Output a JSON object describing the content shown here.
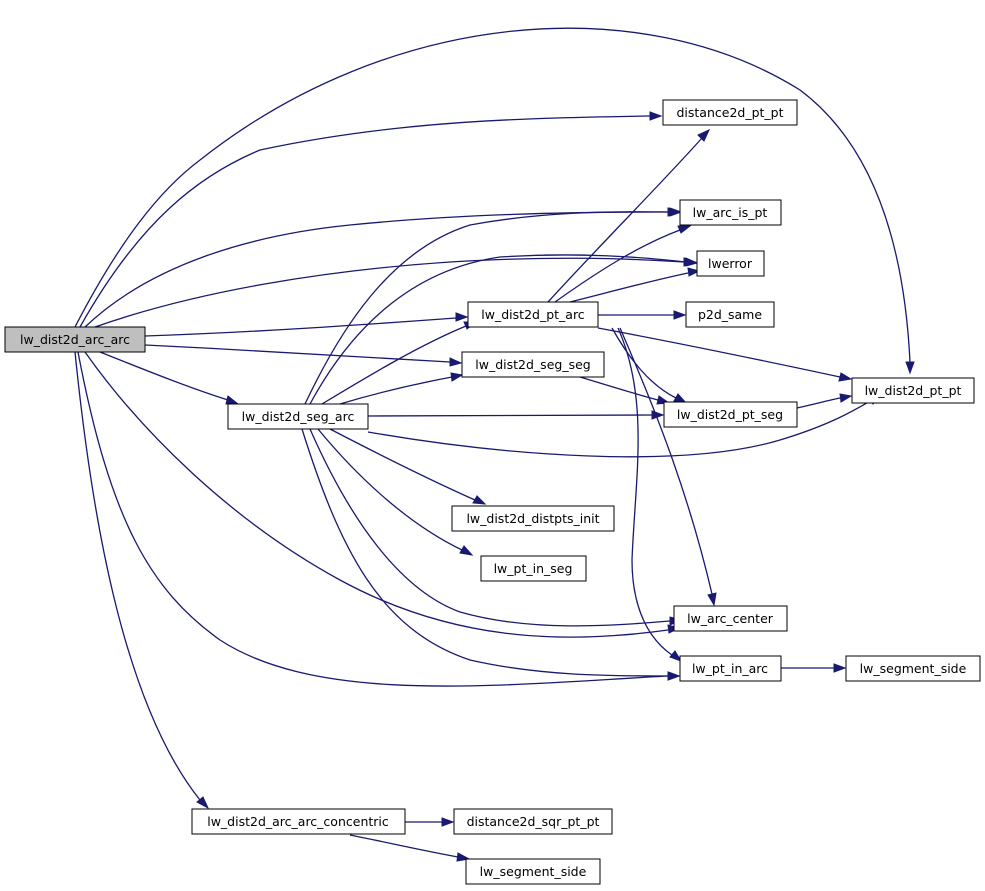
{
  "nodes": {
    "root": "lw_dist2d_arc_arc",
    "seg_arc": "lw_dist2d_seg_arc",
    "arc_arc_concentric": "lw_dist2d_arc_arc_concentric",
    "distance2d_pt_pt": "distance2d_pt_pt",
    "arc_is_pt": "lw_arc_is_pt",
    "lwerror": "lwerror",
    "pt_arc": "lw_dist2d_pt_arc",
    "p2d_same": "p2d_same",
    "seg_seg": "lw_dist2d_seg_seg",
    "pt_pt": "lw_dist2d_pt_pt",
    "pt_seg": "lw_dist2d_pt_seg",
    "distpts_init": "lw_dist2d_distpts_init",
    "pt_in_seg": "lw_pt_in_seg",
    "arc_center": "lw_arc_center",
    "pt_in_arc": "lw_pt_in_arc",
    "segment_side_1": "lw_segment_side",
    "distance2d_sqr_pt_pt": "distance2d_sqr_pt_pt",
    "segment_side_2": "lw_segment_side"
  },
  "colors": {
    "edge": "#191970",
    "root_fill": "#bfbfbf",
    "node_fill": "#ffffff",
    "node_border": "#000000"
  }
}
